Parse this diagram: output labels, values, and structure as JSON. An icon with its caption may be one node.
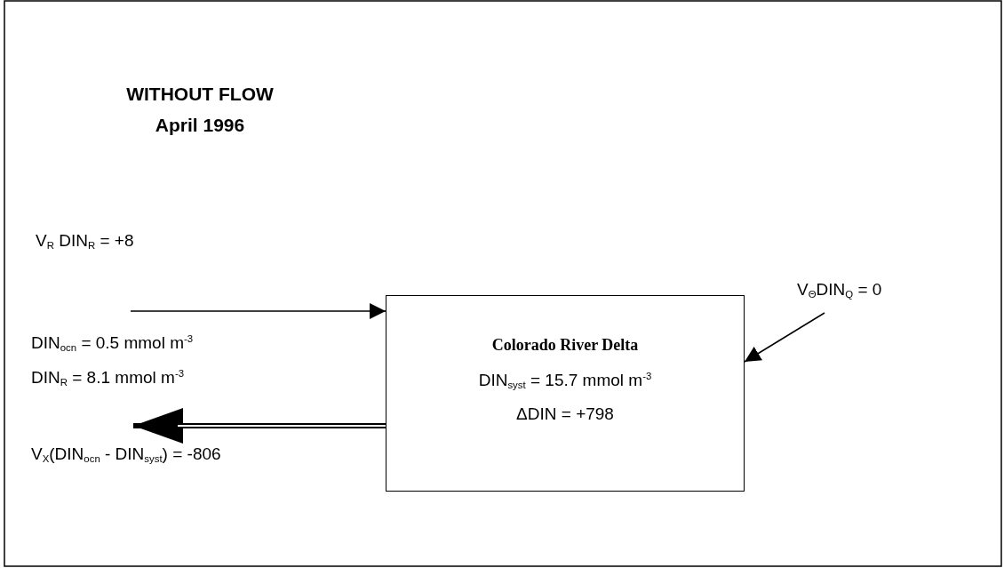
{
  "diagram": {
    "title": "WITHOUT FLOW April 1996",
    "nodes": [
      {
        "text": [
          "Colorado River Delta",
          "DIN$_{syst}$ = 15.7 mmol m$^{-3}$",
          "ΔDIN = +798"
        ]
      },
      {
        "text": [
          "V$_{Θ}$DIN$_{Q}$ = 0"
        ]
      }
    ],
    "edges": [
      {
        "from": null,
        "to": 0,
        "arrow": "to"
      },
      {
        "from": 1,
        "to": 0,
        "arrow": "to"
      },
      {
        "from": 0,
        "to": null,
        "arrow": "to",
        "style": "thick"
      }
    ],
    "labels": [
      "V$_{R}$ DIN$_{R}$ = +8",
      "DIN$_{ocn}$ = 0.5 mmol m$^{-3}$",
      "DIN$_{R}$ = 8.1 mmol m$^{-3}$",
      "V$_{X}$(DIN$_{ocn}$ - DIN$_{syst}$) = -806"
    ]
  }
}
